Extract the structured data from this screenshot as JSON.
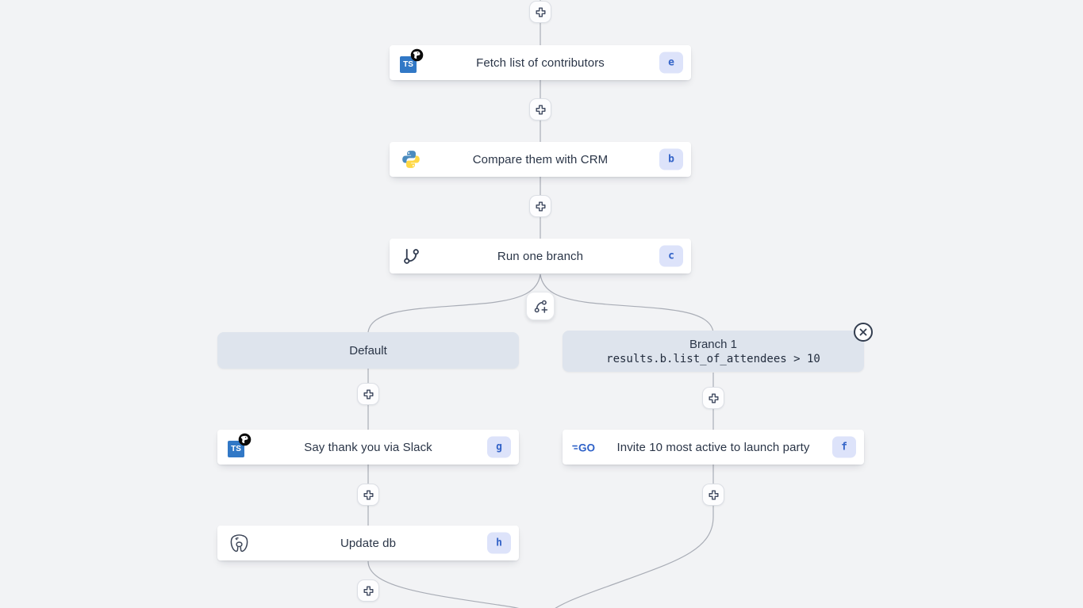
{
  "flow": {
    "main_steps": [
      {
        "id": "e",
        "label": "Fetch list of contributors",
        "icon": "deno-typescript-icon"
      },
      {
        "id": "b",
        "label": "Compare them with CRM",
        "icon": "python-icon"
      },
      {
        "id": "c",
        "label": "Run one branch",
        "icon": "git-branch-icon"
      }
    ],
    "branches": {
      "default": {
        "header": "Default",
        "steps": [
          {
            "id": "g",
            "label": "Say thank you via Slack",
            "icon": "deno-typescript-icon"
          },
          {
            "id": "h",
            "label": "Update db",
            "icon": "postgresql-icon"
          }
        ]
      },
      "branch1": {
        "title": "Branch 1",
        "condition": "results.b.list_of_attendees > 10",
        "steps": [
          {
            "id": "f",
            "label": "Invite 10 most active to launch party",
            "icon": "go-icon"
          }
        ]
      }
    },
    "icon_text": {
      "typescript": "TS",
      "go": "GO"
    }
  },
  "colors": {
    "canvas_bg": "#f2f3f5",
    "node_bg": "#ffffff",
    "node_text": "#2a3547",
    "badge_bg": "#dde3fa",
    "badge_text": "#3464c8",
    "branch_header_bg": "#dee4ed",
    "connector_line": "#a9adb6",
    "typescript_blue": "#3178c6",
    "python_blue": "#4b8bbe",
    "python_yellow": "#ffd845",
    "go_blue": "#2f62c8",
    "icon_stroke": "#3b4455"
  }
}
